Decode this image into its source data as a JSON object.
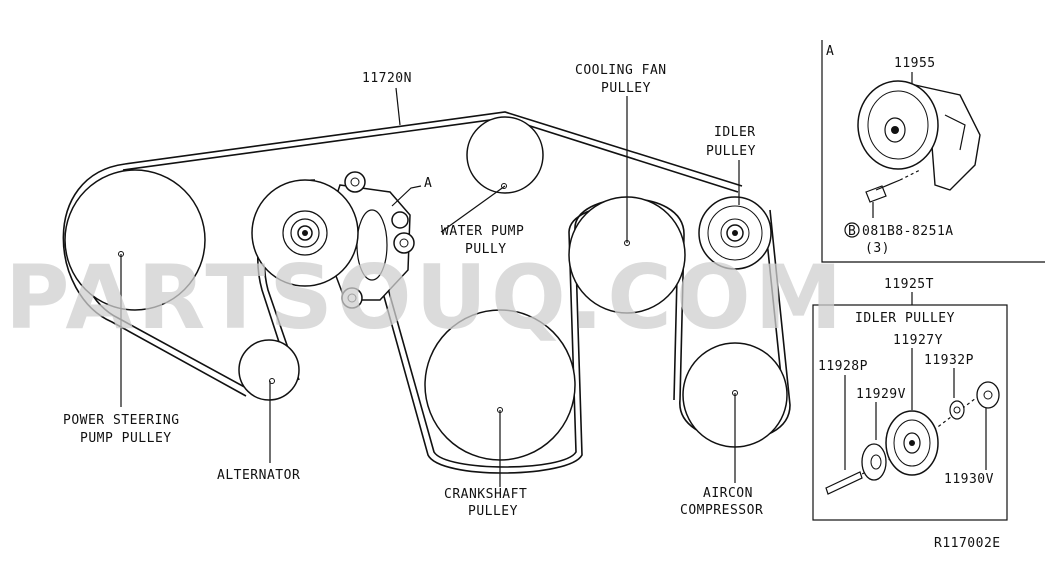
{
  "labels": {
    "belt_part": "11720N",
    "cooling_fan_1": "COOLING FAN",
    "cooling_fan_2": "PULLEY",
    "idler_1": "IDLER",
    "idler_2": "PULLEY",
    "water_pump_1": "WATER PUMP",
    "water_pump_2": "PULLY",
    "power_steering_1": "POWER STEERING",
    "power_steering_2": "PUMP PULLEY",
    "alternator": "ALTERNATOR",
    "crankshaft_1": "CRANKSHAFT",
    "crankshaft_2": "PULLEY",
    "aircon_1": "AIRCON",
    "aircon_2": "COMPRESSOR",
    "ref_a": "A"
  },
  "detail_a": {
    "tag": "A",
    "tensioner_part": "11955",
    "bolt_symbol": "B",
    "bolt_part": "081B8-8251A",
    "bolt_qty": "(3)"
  },
  "idler_box": {
    "assembly_part": "11925T",
    "title": "IDLER PULLEY",
    "pulley_part": "11927Y",
    "spacer_part": "11932P",
    "bolt_part": "11928P",
    "washer_part": "11929V",
    "cover_part": "11930V"
  },
  "footer": {
    "drawing_code": "R117002E"
  },
  "watermark": "PARTSOUQ.COM"
}
